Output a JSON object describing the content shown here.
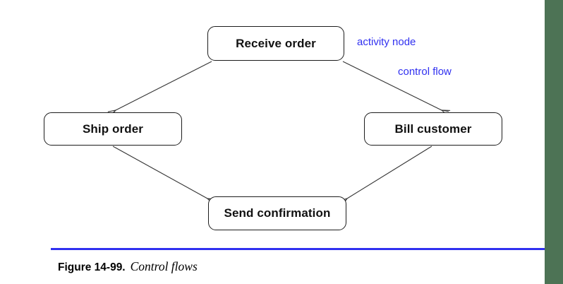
{
  "colors": {
    "annotation_blue": "#3030f0",
    "rule_blue": "#3030f0",
    "edge_bar_green": "#4d7355",
    "node_border": "#1c1c1c"
  },
  "diagram": {
    "nodes": [
      {
        "id": "receive-order",
        "label": "Receive order"
      },
      {
        "id": "ship-order",
        "label": "Ship order"
      },
      {
        "id": "bill-customer",
        "label": "Bill customer"
      },
      {
        "id": "send-confirmation",
        "label": "Send confirmation"
      }
    ],
    "annotations": [
      {
        "id": "activity-node",
        "label": "activity node"
      },
      {
        "id": "control-flow",
        "label": "control flow"
      }
    ],
    "edges": [
      {
        "from": "receive-order",
        "to": "ship-order"
      },
      {
        "from": "receive-order",
        "to": "bill-customer"
      },
      {
        "from": "ship-order",
        "to": "send-confirmation"
      },
      {
        "from": "bill-customer",
        "to": "send-confirmation"
      }
    ]
  },
  "caption": {
    "figure_label": "Figure 14-99.",
    "figure_title": "Control flows"
  }
}
